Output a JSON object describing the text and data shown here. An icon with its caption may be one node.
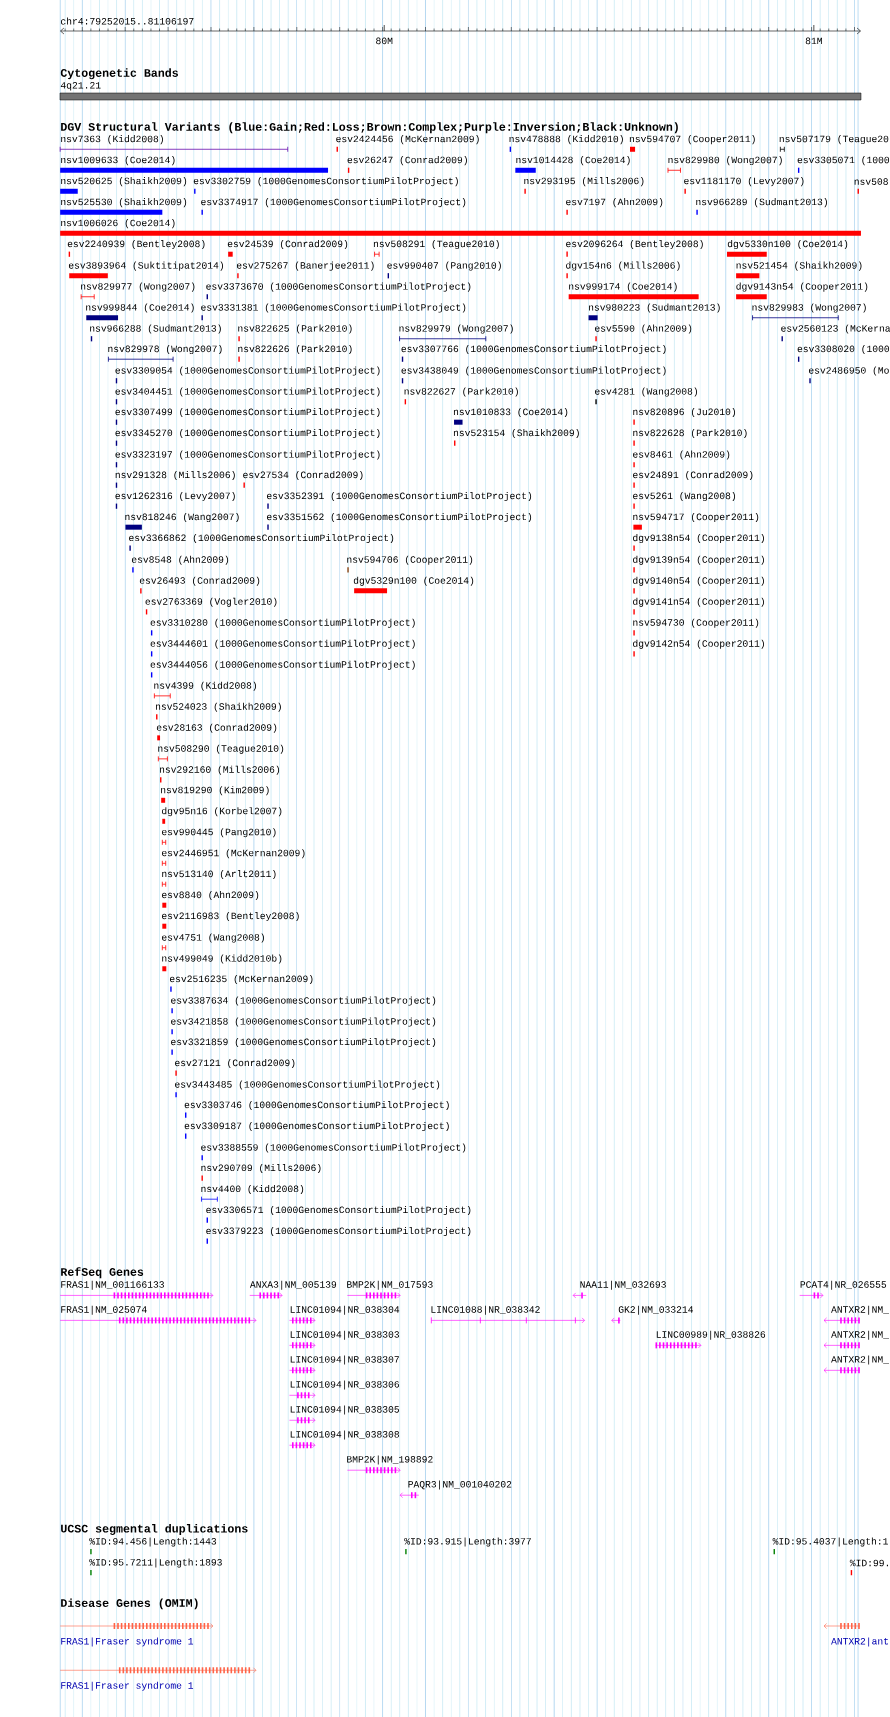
{
  "diagram": {
    "labels": [
      "chr4:79252015..81106197",
      "80M",
      "81M",
      "Cytogenetic Bands",
      "4q21.21",
      "DGV Structural Variants (Blue:Gain;Red:Loss;Brown:Complex;Purple:Inversion;Black:Unknown)",
      "nsv7363 (Kidd2008)",
      "esv2424456 (McKernan2009)",
      "nsv478888 (Kidd2010)",
      "nsv594707 (Cooper2011)",
      "nsv507179 (Teague20",
      "nsv1009633 (Coe2014)",
      "esv26247 (Conrad2009)",
      "nsv1014428 (Coe2014)",
      "nsv829980 (Wong2007)",
      "esv3305071 (1000",
      "nsv520625 (Shaikh2009)",
      "esv3302759 (1000GenomesConsortiumPilotProject)",
      "nsv293195 (Mills2006)",
      "esv1181170 (Levy2007)",
      "nsv508",
      "nsv525530 (Shaikh2009)",
      "esv3374917 (1000GenomesConsortiumPilotProject)",
      "esv7197 (Ahn2009)",
      "nsv966289 (Sudmant2013)",
      "nsv1006026 (Coe2014)",
      "esv2240939 (Bentley2008)",
      "esv24539 (Conrad2009)",
      "nsv508291 (Teague2010)",
      "esv2096264 (Bentley2008)",
      "dgv5330n100 (Coe2014)",
      "esv3893964 (Suktitipat2014)",
      "esv275267 (Banerjee2011)",
      "esv990407 (Pang2010)",
      "dgv154n6 (Mills2006)",
      "nsv521454 (Shaikh2009)",
      "nsv829977 (Wong2007)",
      "esv3373670 (1000GenomesConsortiumPilotProject)",
      "nsv999174 (Coe2014)",
      "dgv9143n54 (Cooper2011)",
      "nsv999844 (Coe2014)",
      "esv3331381 (1000GenomesConsortiumPilotProject)",
      "nsv980223 (Sudmant2013)",
      "nsv829983 (Wong2007)",
      "nsv966288 (Sudmant2013)",
      "nsv822625 (Park2010)",
      "nsv829979 (Wong2007)",
      "esv5590 (Ahn2009)",
      "esv2560123 (McKerna",
      "nsv829978 (Wong2007)",
      "nsv822626 (Park2010)",
      "esv3307766 (1000GenomesConsortiumPilotProject)",
      "esv3308020 (1000",
      "esv3309054 (1000GenomesConsortiumPilotProject)",
      "esv3438049 (1000GenomesConsortiumPilotProject)",
      "esv2486950 (Mo",
      "esv3404451 (1000GenomesConsortiumPilotProject)",
      "nsv822627 (Park2010)",
      "esv4281 (Wang2008)",
      "esv3307499 (1000GenomesConsortiumPilotProject)",
      "nsv1010833 (Coe2014)",
      "nsv820896 (Ju2010)",
      "esv3345270 (1000GenomesConsortiumPilotProject)",
      "nsv523154 (Shaikh2009)",
      "nsv822628 (Park2010)",
      "esv3323197 (1000GenomesConsortiumPilotProject)",
      "esv8461 (Ahn2009)",
      "nsv291328 (Mills2006)",
      "esv27534 (Conrad2009)",
      "esv24891 (Conrad2009)",
      "esv1262316 (Levy2007)",
      "esv3352391 (1000GenomesConsortiumPilotProject)",
      "esv5261 (Wang2008)",
      "nsv818246 (Wang2007)",
      "esv3351562 (1000GenomesConsortiumPilotProject)",
      "nsv594717 (Cooper2011)",
      "esv3366862 (1000GenomesConsortiumPilotProject)",
      "dgv9138n54 (Cooper2011)",
      "esv8548 (Ahn2009)",
      "nsv594706 (Cooper2011)",
      "dgv9139n54 (Cooper2011)",
      "esv26493 (Conrad2009)",
      "dgv5329n100 (Coe2014)",
      "dgv9140n54 (Cooper2011)",
      "esv2763369 (Vogler2010)",
      "dgv9141n54 (Cooper2011)",
      "esv3310280 (1000GenomesConsortiumPilotProject)",
      "nsv594730 (Cooper2011)",
      "esv3444601 (1000GenomesConsortiumPilotProject)",
      "dgv9142n54 (Cooper2011)",
      "esv3444056 (1000GenomesConsortiumPilotProject)",
      "nsv4399 (Kidd2008)",
      "nsv524023 (Shaikh2009)",
      "esv28163 (Conrad2009)",
      "nsv508290 (Teague2010)",
      "nsv292160 (Mills2006)",
      "nsv819290 (Kim2009)",
      "dgv95n16 (Korbel2007)",
      "esv990445 (Pang2010)",
      "esv2446951 (McKernan2009)",
      "nsv513140 (Arlt2011)",
      "esv8840 (Ahn2009)",
      "esv2116983 (Bentley2008)",
      "esv4751 (Wang2008)",
      "nsv499049 (Kidd2010b)",
      "esv2516235 (McKernan2009)",
      "esv3387634 (1000GenomesConsortiumPilotProject)",
      "esv3421858 (1000GenomesConsortiumPilotProject)",
      "esv3321859 (1000GenomesConsortiumPilotProject)",
      "esv27121 (Conrad2009)",
      "esv3443485 (1000GenomesConsortiumPilotProject)",
      "esv3303746 (1000GenomesConsortiumPilotProject)",
      "esv3309187 (1000GenomesConsortiumPilotProject)",
      "esv3388559 (1000GenomesConsortiumPilotProject)",
      "nsv290709 (Mills2006)",
      "nsv4400 (Kidd2008)",
      "esv3306571 (1000GenomesConsortiumPilotProject)",
      "esv3379223 (1000GenomesConsortiumPilotProject)",
      "RefSeq Genes",
      "FRAS1|NM_001166133",
      "ANXA3|NM_005139",
      "BMP2K|NM_017593",
      "NAA11|NM_032693",
      "PCAT4|NR_026555",
      "FRAS1|NM_025074",
      "LINC01094|NR_038304",
      "LINC01088|NR_038342",
      "GK2|NM_033214",
      "ANTXR2|NM_",
      "LINC01094|NR_038303",
      "LINC00989|NR_038826",
      "ANTXR2|NM_",
      "LINC01094|NR_038307",
      "ANTXR2|NM_",
      "LINC01094|NR_038306",
      "LINC01094|NR_038305",
      "LINC01094|NR_038308",
      "BMP2K|NM_198892",
      "PAQR3|NM_001040202",
      "UCSC segmental duplications",
      "%ID:94.456|Length:1443",
      "%ID:93.915|Length:3977",
      "%ID:95.4037|Length:1",
      "%ID:95.7211|Length:1893",
      "%ID:99.",
      "Disease Genes (OMIM)",
      "FRAS1|Fraser syndrome 1",
      "ANTXR2|ant",
      "FRAS1|Fraser syndrome 1"
    ]
  }
}
